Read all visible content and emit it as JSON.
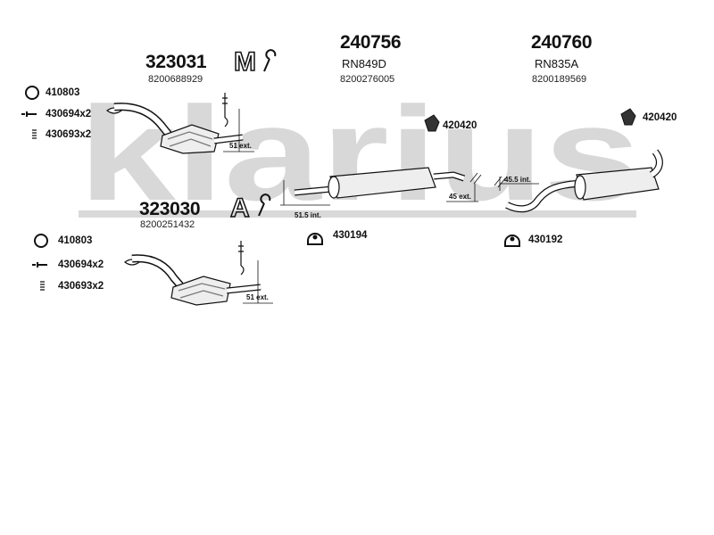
{
  "watermark": {
    "text": "klarius",
    "color": "#c8c8c8"
  },
  "parts": {
    "cat_upper": {
      "number": "323031",
      "ref": "8200688929",
      "transmission_icon": "M"
    },
    "cat_lower": {
      "number": "323030",
      "ref": "8200251432",
      "transmission_icon": "A"
    },
    "middle": {
      "number": "240756",
      "code": "RN849D",
      "ref": "8200276005"
    },
    "rear": {
      "number": "240760",
      "code": "RN835A",
      "ref": "8200189569"
    }
  },
  "fittings": {
    "upper": [
      {
        "icon": "ring-gasket-icon",
        "label": "410803"
      },
      {
        "icon": "bolt-icon",
        "label": "430694x2"
      },
      {
        "icon": "spring-icon",
        "label": "430693x2"
      }
    ],
    "lower": [
      {
        "icon": "ring-gasket-icon",
        "label": "410803"
      },
      {
        "icon": "bolt-icon",
        "label": "430694x2"
      },
      {
        "icon": "spring-icon",
        "label": "430693x2"
      }
    ],
    "hangers": [
      {
        "icon": "bracket-icon",
        "label": "420420"
      },
      {
        "icon": "bracket-icon",
        "label": "420420"
      },
      {
        "icon": "rubber-mount-icon",
        "label": "430194"
      },
      {
        "icon": "rubber-mount-icon",
        "label": "430192"
      }
    ]
  },
  "dimensions": {
    "upper_cat": "51 ext.",
    "lower_cat": "51 ext.",
    "middle_inlet": "51.5 int.",
    "middle_outlet": "45 ext.",
    "rear_inlet": "45.5 int."
  }
}
